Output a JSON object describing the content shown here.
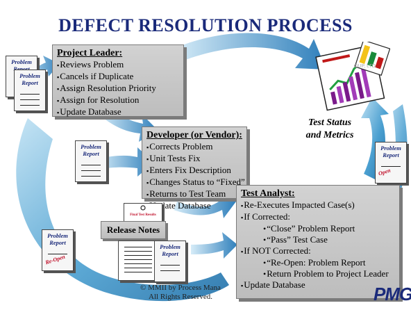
{
  "title": "DEFECT RESOLUTION PROCESS",
  "project_leader": {
    "heading": "Project Leader:",
    "items": [
      "Reviews Problem",
      "Cancels if Duplicate",
      "Assign Resolution Priority",
      "Assign for Resolution",
      "Update Database"
    ]
  },
  "developer": {
    "heading": "Developer (or Vendor):",
    "items": [
      "Corrects Problem",
      "Unit Tests Fix",
      "Enters Fix Description",
      "Changes Status to “Fixed”",
      "Returns to Test Team",
      "Update Database"
    ]
  },
  "test_analyst": {
    "heading": "Test Analyst:",
    "items": [
      "Re-Executes Impacted Case(s)",
      "If Corrected:",
      "“Close” Problem Report",
      "“Pass” Test Case",
      "If NOT Corrected:",
      "“Re-Open: Problem Report",
      "Return Problem to Project Leader",
      "Update Database"
    ]
  },
  "release_notes": "Release Notes",
  "final_test_doc": "Final Test Results",
  "test_status": {
    "line1": "Test Status",
    "line2": "and Metrics"
  },
  "problem_report": {
    "line1": "Problem",
    "line2": "Report"
  },
  "stamps": {
    "open": "Open",
    "reopen": "Re-Open"
  },
  "corp_note": "OUP, LTD.",
  "copyright": {
    "line1": "© MMII  by Process Mana",
    "line2": "All Rights Reserved."
  },
  "logo": "PMG",
  "colors": {
    "title": "#1a2a7a",
    "arrow": "#3a8fc2",
    "box": "#c6c6c6",
    "stamp": "#c0102a"
  }
}
